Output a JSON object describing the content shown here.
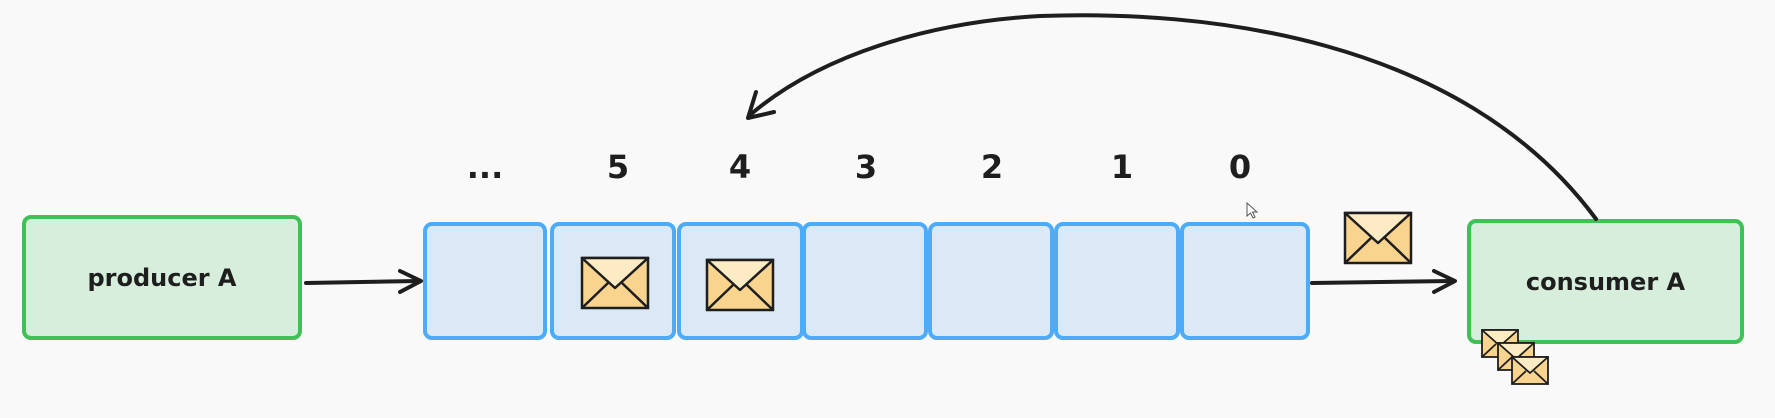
{
  "producer": {
    "label": "producer A"
  },
  "consumer": {
    "label": "consumer A"
  },
  "queue": {
    "indices": [
      "...",
      "5",
      "4",
      "3",
      "2",
      "1",
      "0"
    ],
    "slots_with_message": [
      "5",
      "4"
    ]
  },
  "colors": {
    "node_fill": "#d6eedb",
    "node_border": "#40c057",
    "queue_fill": "#dbe8f5",
    "queue_border": "#4dabf7",
    "envelope": "#f8d48e",
    "arrow": "#1e1e1e"
  }
}
